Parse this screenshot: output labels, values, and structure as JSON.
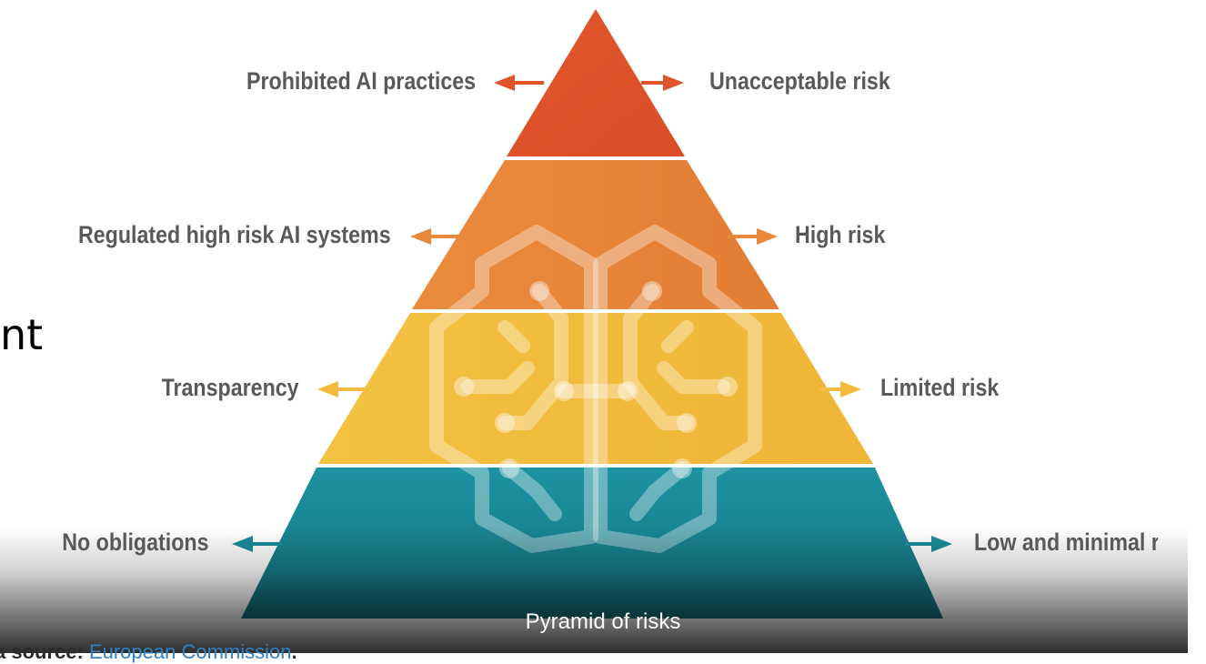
{
  "diagram": {
    "partial_heading_text": "nt",
    "levels": [
      {
        "left_label": "Prohibited AI practices",
        "right_label": "Unacceptable risk",
        "color": "#e0542a"
      },
      {
        "left_label": "Regulated high risk AI systems",
        "right_label": "High risk",
        "color": "#e8883a"
      },
      {
        "left_label": "Transparency",
        "right_label": "Limited risk",
        "color": "#f1bb3c"
      },
      {
        "left_label": "No obligations",
        "right_label": "Low and minimal ris",
        "color": "#1a8c99"
      }
    ],
    "caption": "Pyramid of risks",
    "source_prefix": "a source: ",
    "source_link": "European Commission",
    "source_suffix": "."
  }
}
